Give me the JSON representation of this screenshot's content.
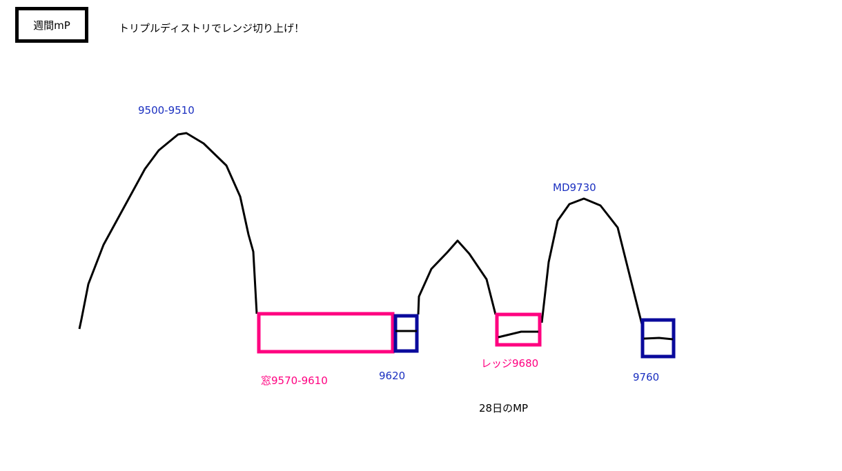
{
  "title_box": "週間mP",
  "headline": "トリプルディストリでレンジ切り上げ！",
  "labels": {
    "peak1": "9500-9510",
    "window": "窓9570-9610",
    "level_9620": "9620",
    "ledge": "レッジ9680",
    "md": "MD9730",
    "level_9760": "9760",
    "caption": "28日のMP"
  },
  "colors": {
    "pink": "#ff0080",
    "blue": "#0a0a9c",
    "label_blue": "#1a2fc0",
    "black": "#000000"
  }
}
